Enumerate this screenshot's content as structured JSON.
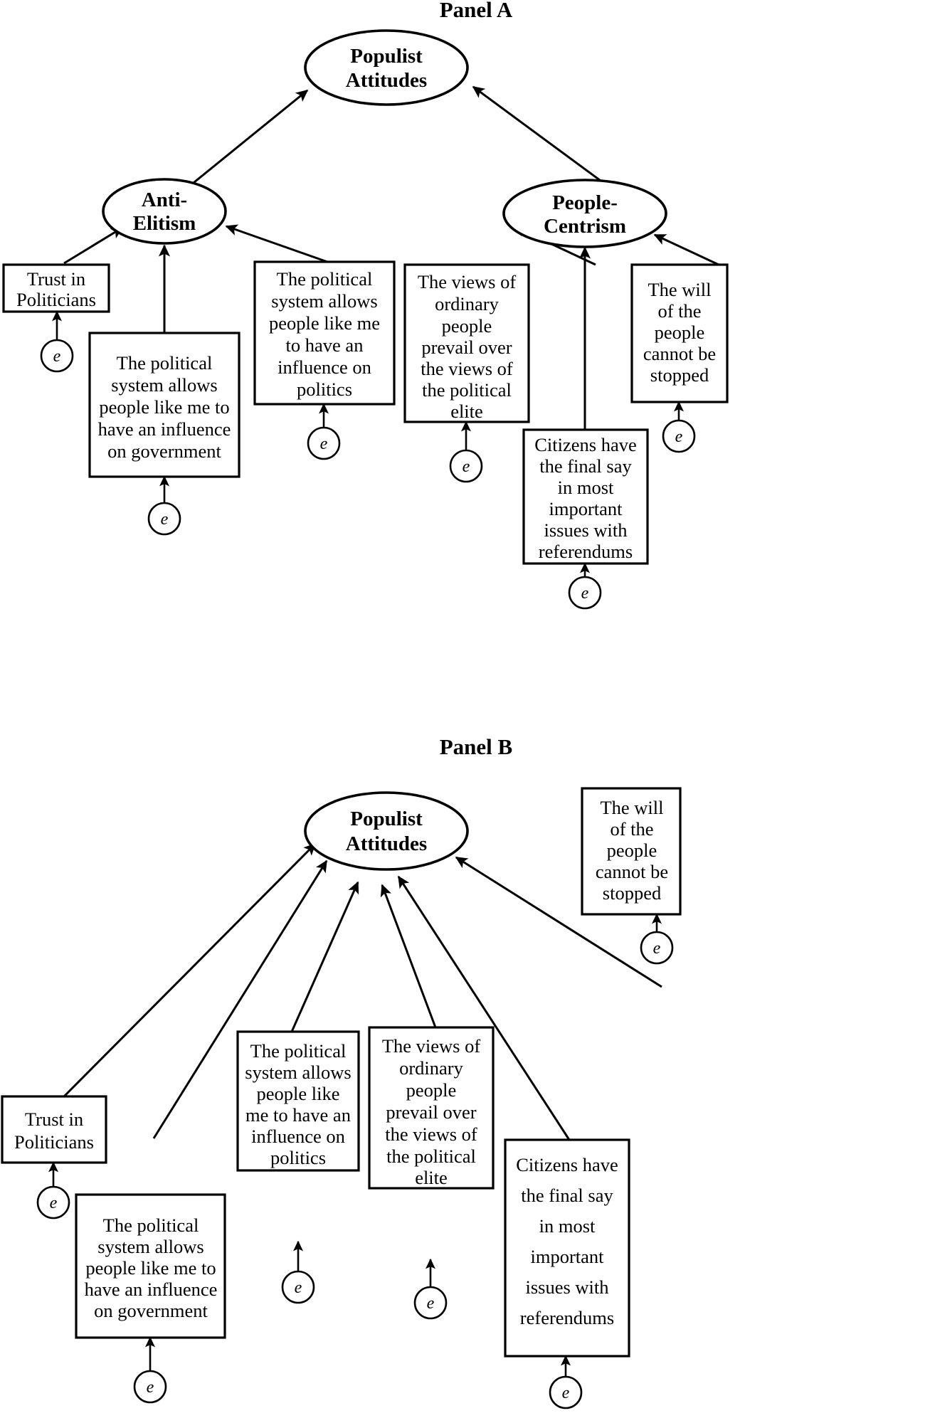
{
  "figure": {
    "type": "sem-path-diagram",
    "background_color": "#ffffff",
    "line_color": "#000000"
  },
  "panels": [
    {
      "id": "panel-a",
      "title": "Panel A",
      "model": "second-order",
      "latents": [
        {
          "id": "pa-populist",
          "label_line1": "Populist",
          "label_line2": "Attitudes"
        },
        {
          "id": "pa-anti-elitism",
          "label_line1": "Anti-",
          "label_line2": "Elitism"
        },
        {
          "id": "pa-people-centrism",
          "label_line1": "People-",
          "label_line2": "Centrism"
        }
      ],
      "indicators": [
        {
          "id": "pa-ind-1",
          "parent": "pa-anti-elitism",
          "lines": [
            "Trust in",
            "Politicians"
          ],
          "error": "e"
        },
        {
          "id": "pa-ind-2",
          "parent": "pa-anti-elitism",
          "lines": [
            "The political",
            "system allows",
            "people like me to",
            "have an influence",
            "on government"
          ],
          "error": "e"
        },
        {
          "id": "pa-ind-3",
          "parent": "pa-anti-elitism",
          "lines": [
            "The political",
            "system allows",
            "people like me",
            "to have an",
            "influence on",
            "politics"
          ],
          "error": "e"
        },
        {
          "id": "pa-ind-4",
          "parent": "pa-people-centrism",
          "lines": [
            "The views of",
            "ordinary",
            "people",
            "prevail over",
            "the views of",
            "the political",
            "elite"
          ],
          "error": "e"
        },
        {
          "id": "pa-ind-5",
          "parent": "pa-people-centrism",
          "lines": [
            "Citizens have",
            "the final say",
            "in most",
            "important",
            "issues with",
            "referendums"
          ],
          "error": "e"
        },
        {
          "id": "pa-ind-6",
          "parent": "pa-people-centrism",
          "lines": [
            "The will",
            "of the",
            "people",
            "cannot be",
            "stopped"
          ],
          "error": "e"
        }
      ]
    },
    {
      "id": "panel-b",
      "title": "Panel B",
      "model": "first-order",
      "latents": [
        {
          "id": "pb-populist",
          "label_line1": "Populist",
          "label_line2": "Attitudes"
        }
      ],
      "indicators": [
        {
          "id": "pb-ind-1",
          "parent": "pb-populist",
          "lines": [
            "Trust in",
            "Politicians"
          ],
          "error": "e"
        },
        {
          "id": "pb-ind-2",
          "parent": "pb-populist",
          "lines": [
            "The political",
            "system allows",
            "people like me to",
            "have an influence",
            "on government"
          ],
          "error": "e"
        },
        {
          "id": "pb-ind-3",
          "parent": "pb-populist",
          "lines": [
            "The political",
            "system allows",
            "people like",
            "me to have an",
            "influence on",
            "politics"
          ],
          "error": "e"
        },
        {
          "id": "pb-ind-4",
          "parent": "pb-populist",
          "lines": [
            "The views of",
            "ordinary",
            "people",
            "prevail over",
            "the views of",
            "the political",
            "elite"
          ],
          "error": "e"
        },
        {
          "id": "pb-ind-5",
          "parent": "pb-populist",
          "lines": [
            "Citizens have",
            "the final say",
            "in most",
            "important",
            "issues with",
            "referendums"
          ],
          "error": "e"
        },
        {
          "id": "pb-ind-6",
          "parent": "pb-populist",
          "lines": [
            "The will",
            "of the",
            "people",
            "cannot be",
            "stopped"
          ],
          "error": "e"
        }
      ]
    }
  ]
}
